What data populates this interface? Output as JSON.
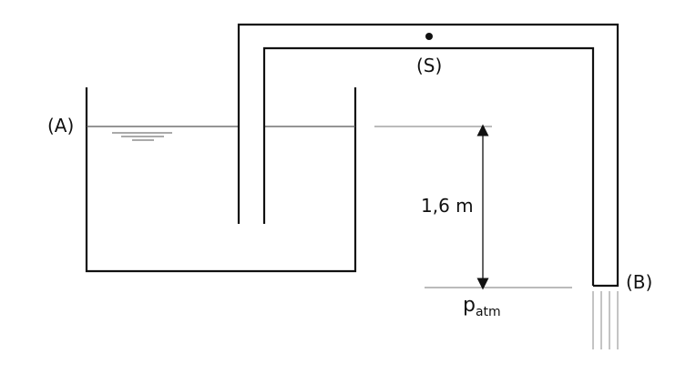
{
  "diagram": {
    "labels": {
      "point_a": "(A)",
      "point_s": "(S)",
      "point_b": "(B)",
      "height": "1,6 m",
      "p_main": "p",
      "p_sub": "atm"
    },
    "colors": {
      "ink": "#111111",
      "thin_line": "#555555",
      "background": "#ffffff"
    }
  }
}
